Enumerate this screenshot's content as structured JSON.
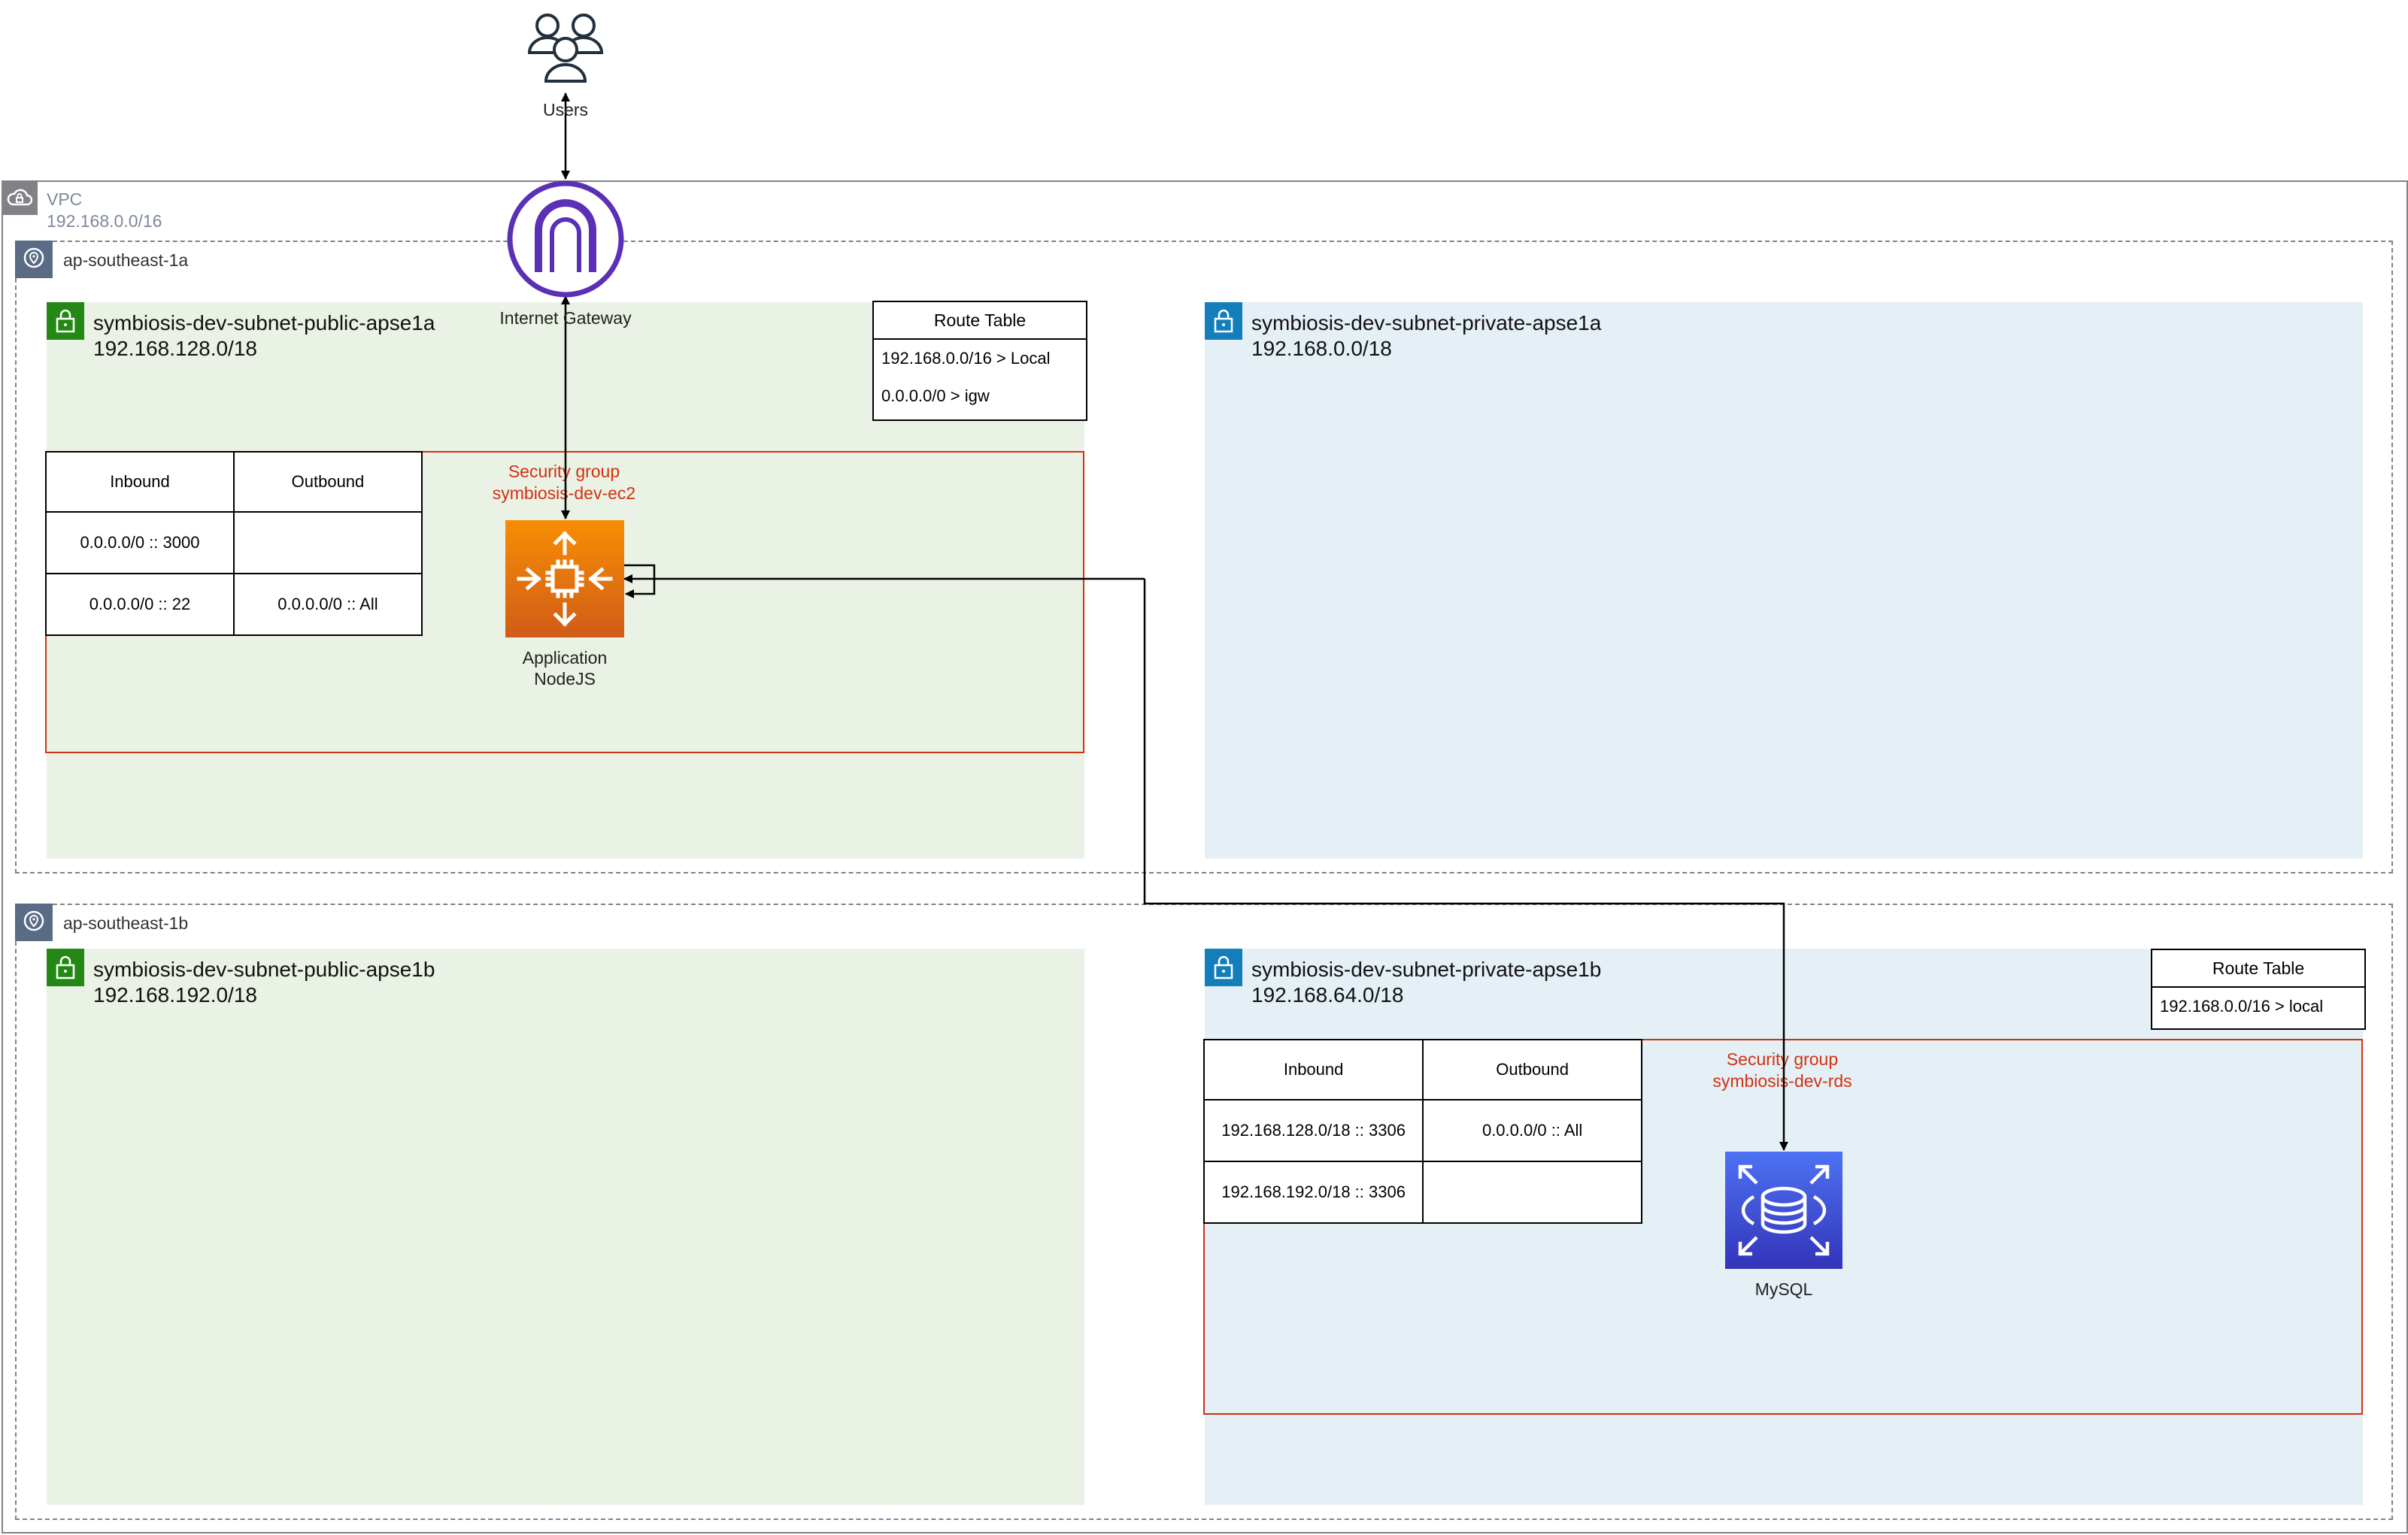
{
  "users": {
    "label": "Users"
  },
  "vpc": {
    "title": "VPC",
    "cidr": "192.168.0.0/16"
  },
  "internet_gateway": {
    "label": "Internet Gateway"
  },
  "zones": [
    {
      "name": "ap-southeast-1a"
    },
    {
      "name": "ap-southeast-1b"
    }
  ],
  "subnets": {
    "public_a": {
      "name": "symbiosis-dev-subnet-public-apse1a",
      "cidr": "192.168.128.0/18"
    },
    "private_a": {
      "name": "symbiosis-dev-subnet-private-apse1a",
      "cidr": "192.168.0.0/18"
    },
    "public_b": {
      "name": "symbiosis-dev-subnet-public-apse1b",
      "cidr": "192.168.192.0/18"
    },
    "private_b": {
      "name": "symbiosis-dev-subnet-private-apse1b",
      "cidr": "192.168.64.0/18"
    }
  },
  "route_tables": {
    "public": {
      "title": "Route Table",
      "routes": [
        "192.168.0.0/16 > Local",
        "0.0.0.0/0 > igw"
      ]
    },
    "private": {
      "title": "Route Table",
      "routes": [
        "192.168.0.0/16 > local"
      ]
    }
  },
  "security_groups": {
    "ec2": {
      "title": "Security group",
      "name": "symbiosis-dev-ec2",
      "headers": [
        "Inbound",
        "Outbound"
      ],
      "rows": [
        [
          "0.0.0.0/0 :: 3000",
          ""
        ],
        [
          "0.0.0.0/0 :: 22",
          "0.0.0.0/0 :: All"
        ]
      ]
    },
    "rds": {
      "title": "Security group",
      "name": "symbiosis-dev-rds",
      "headers": [
        "Inbound",
        "Outbound"
      ],
      "rows": [
        [
          "192.168.128.0/18 :: 3306",
          "0.0.0.0/0 :: All"
        ],
        [
          "192.168.192.0/18 :: 3306",
          ""
        ]
      ]
    }
  },
  "app": {
    "line1": "Application",
    "line2": "NodeJS"
  },
  "db": {
    "label": "MySQL"
  },
  "colors": {
    "public_subnet_fill": "#e9f2e4",
    "private_subnet_fill": "#e5f0f6",
    "security_group_border": "#d13212",
    "ec2_orange": "#ed7100",
    "rds_blue": "#3b48cc",
    "igw_purple": "#5a30b5"
  }
}
